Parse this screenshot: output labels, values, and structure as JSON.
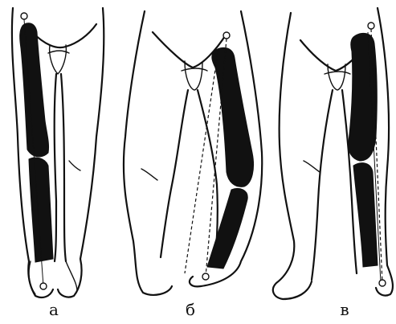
{
  "panels": [
    {
      "label": "а"
    },
    {
      "label": "б"
    },
    {
      "label": "в"
    }
  ],
  "colors": {
    "ink": "#111111",
    "paper": "#ffffff"
  }
}
